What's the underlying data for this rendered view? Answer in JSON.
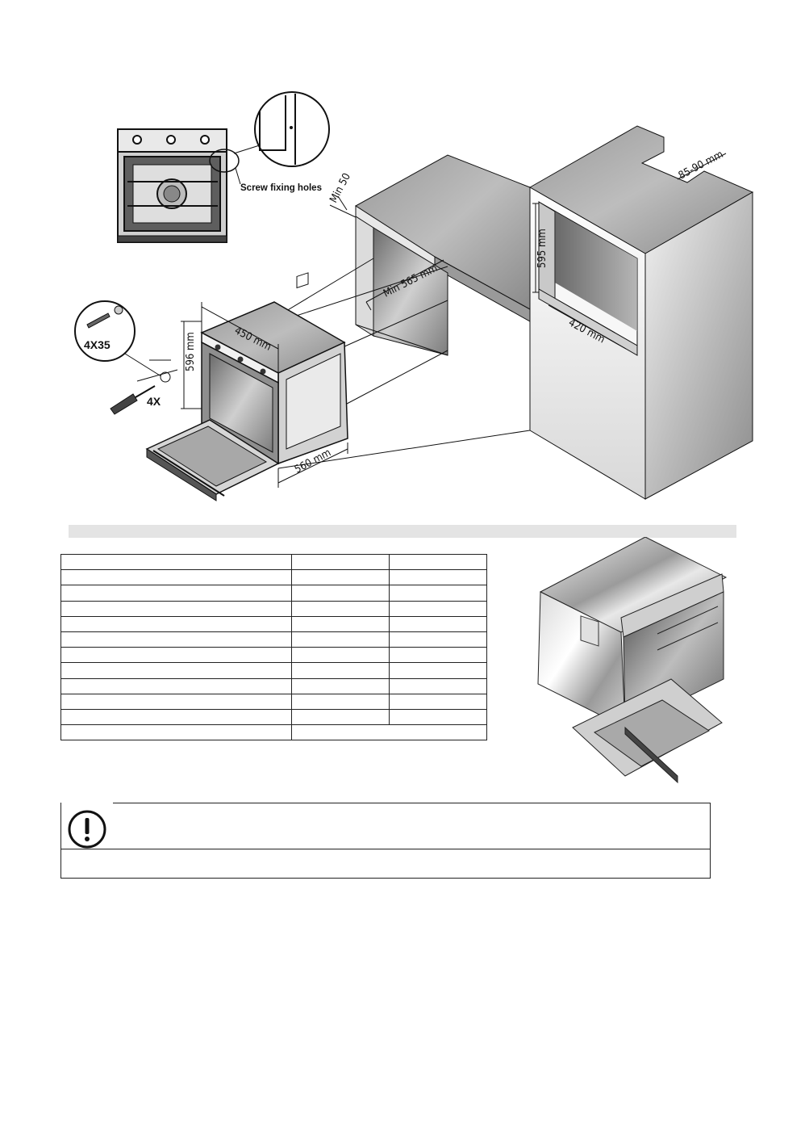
{
  "diagram": {
    "screw_fixing_label": "Screw fixing holes",
    "screw_spec_label": "4X35",
    "screw_count_label": "4X",
    "dim_depth_top": "450 mm",
    "dim_height_oven": "596 mm",
    "dim_width_oven": "560 mm",
    "dim_min_50": "Min 50",
    "dim_min_565": "Min 565 mm",
    "dim_595": "595 mm",
    "dim_420": "420 mm",
    "dim_85_90": "85-90 mm"
  },
  "colors": {
    "line": "#111111",
    "section_bar": "#e4e4e4",
    "cabinet_light": "#d9d9d9",
    "cabinet_dark": "#6e6e6e"
  },
  "icons": {
    "notice": "exclamation-circle-icon"
  }
}
